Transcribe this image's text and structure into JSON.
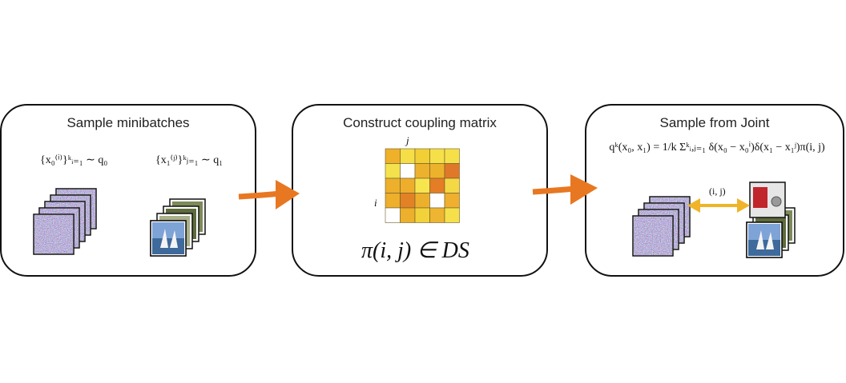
{
  "panels": [
    {
      "title": "Sample minibatches",
      "formula_left": "{x₀⁽ⁱ⁾}ᵏᵢ₌₁ ∼ q₀",
      "formula_right": "{x₁⁽ʲ⁾}ᵏⱼ₌₁ ∼ q₁"
    },
    {
      "title": "Construct coupling matrix",
      "col_label": "j",
      "row_label": "i",
      "formula": "π(i, j) ∈ DS"
    },
    {
      "title": "Sample from Joint",
      "formula": "qᵏ(x₀, x₁) = 1/k Σᵏᵢ,ⱼ₌₁ δ(x₀ − x₀ⁱ)δ(x₁ − x₁ʲ)π(i, j)",
      "pair_label": "(i, j)"
    }
  ],
  "coupling_matrix_colors": [
    [
      "#EFB02A",
      "#F5DE48",
      "#F1CF35",
      "#F5E04A",
      "#F5E04A"
    ],
    [
      "#F3E14E",
      "#FFFFFF",
      "#ECB22E",
      "#EDB22C",
      "#E0782A"
    ],
    [
      "#ECB02C",
      "#EEAE2C",
      "#F7E550",
      "#E47D26",
      "#F4D846"
    ],
    [
      "#EDAF2C",
      "#E28225",
      "#ECB02C",
      "#FFFFFF",
      "#EEB02E"
    ],
    [
      "#FFFFFF",
      "#EDB02C",
      "#F1D23A",
      "#EEB532",
      "#F5E04C"
    ]
  ],
  "colors": {
    "arrow": "#E87722",
    "pair_arrow": "#F0B429"
  }
}
